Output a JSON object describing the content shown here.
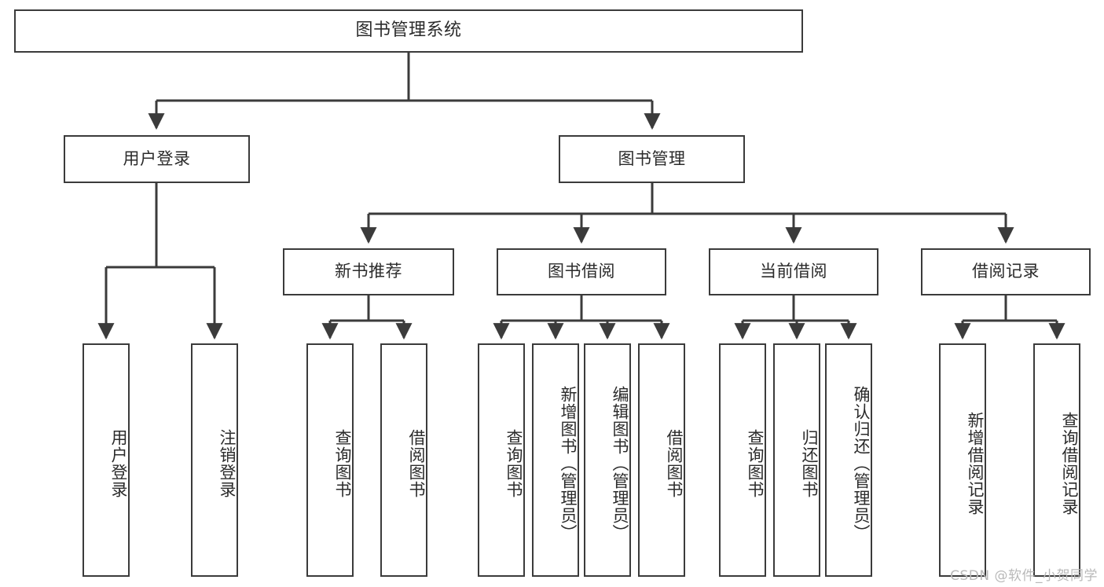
{
  "diagram": {
    "title": "图书管理系统",
    "style": {
      "stroke": "#3b3b3b",
      "fill": "#ffffff",
      "text": "#2b2b2b",
      "watermark_color": "#b9b9b9"
    },
    "level2": [
      {
        "label": "用户登录"
      },
      {
        "label": "图书管理"
      }
    ],
    "level3": [
      {
        "label": "新书推荐"
      },
      {
        "label": "图书借阅"
      },
      {
        "label": "当前借阅"
      },
      {
        "label": "借阅记录"
      }
    ],
    "leaves": {
      "user_login": [
        {
          "label": "用户登录"
        },
        {
          "label": "注销登录"
        }
      ],
      "new_book_recommend": [
        {
          "label": "查询图书"
        },
        {
          "label": "借阅图书"
        }
      ],
      "book_borrow": [
        {
          "label": "查询图书"
        },
        {
          "label": "新增图书（管理员）"
        },
        {
          "label": "编辑图书（管理员）"
        },
        {
          "label": "借阅图书"
        }
      ],
      "current_borrow": [
        {
          "label": "查询图书"
        },
        {
          "label": "归还图书"
        },
        {
          "label": "确认归还（管理员）"
        }
      ],
      "borrow_record": [
        {
          "label": "新增借阅记录"
        },
        {
          "label": "查询借阅记录"
        }
      ]
    }
  },
  "watermark": "CSDN @软件_小贺同学"
}
